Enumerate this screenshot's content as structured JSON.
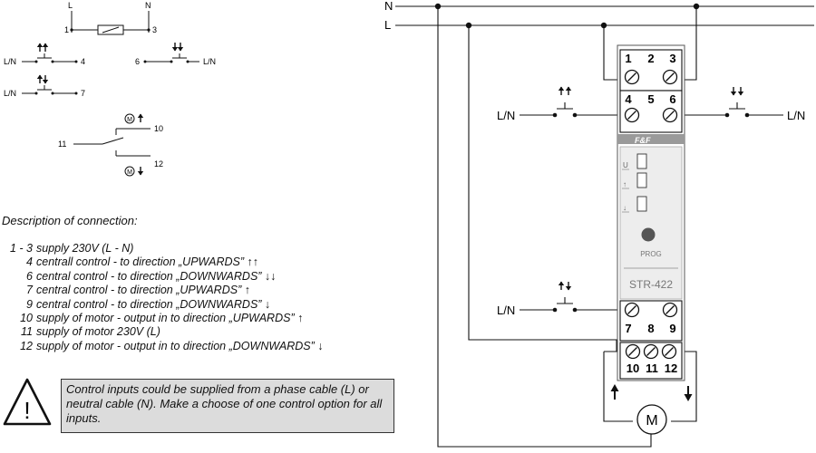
{
  "schematic": {
    "terminal_L": "L",
    "terminal_N": "N",
    "pin_1": "1",
    "pin_3": "3",
    "pin_4": "4",
    "pin_6": "6",
    "pin_7": "7",
    "ln_4": "L/N",
    "ln_6": "L/N",
    "ln_7": "L/N",
    "pin_11": "11",
    "pin_10": "10",
    "pin_12": "12",
    "motor_symbol": "M"
  },
  "description": {
    "title": "Description of connection:",
    "items": [
      {
        "term": "1 - 3",
        "text": "supply 230V (L - N)"
      },
      {
        "term": "4",
        "text": "centrall control  - to direction „UPWARDS” ↑↑"
      },
      {
        "term": "6",
        "text": "central control  - to direction „DOWNWARDS” ↓↓"
      },
      {
        "term": "7",
        "text": "central control - to direction „UPWARDS” ↑"
      },
      {
        "term": "9",
        "text": "central control  - to direction „DOWNWARDS” ↓"
      },
      {
        "term": "10",
        "text": "supply of motor - output in to direction  „UPWARDS” ↑"
      },
      {
        "term": "11",
        "text": "supply of motor 230V (L)"
      },
      {
        "term": "12",
        "text": "supply of motor - output in to direction „DOWNWARDS” ↓"
      }
    ]
  },
  "warning": {
    "icon": "warning-triangle-icon",
    "symbol": "!",
    "text": "Control inputs could be supplied from a phase cable (L) or neutral cable (N). Make a choose of one control option for all inputs."
  },
  "wiring": {
    "bus_N": "N",
    "bus_L": "L",
    "ln_left_top": "L/N",
    "ln_right_top": "L/N",
    "ln_left_bottom": "L/N",
    "motor": "M"
  },
  "device": {
    "brand": "F&F",
    "model": "STR-422",
    "prog_label": "PROG",
    "led_u": "U",
    "led_up": "↑",
    "led_down": "↓",
    "terminals_top": [
      "1",
      "2",
      "3"
    ],
    "terminals_mid": [
      "4",
      "5",
      "6"
    ],
    "terminals_bottom": [
      "7",
      "8",
      "9"
    ],
    "terminals_motor": [
      "10",
      "11",
      "12"
    ]
  }
}
